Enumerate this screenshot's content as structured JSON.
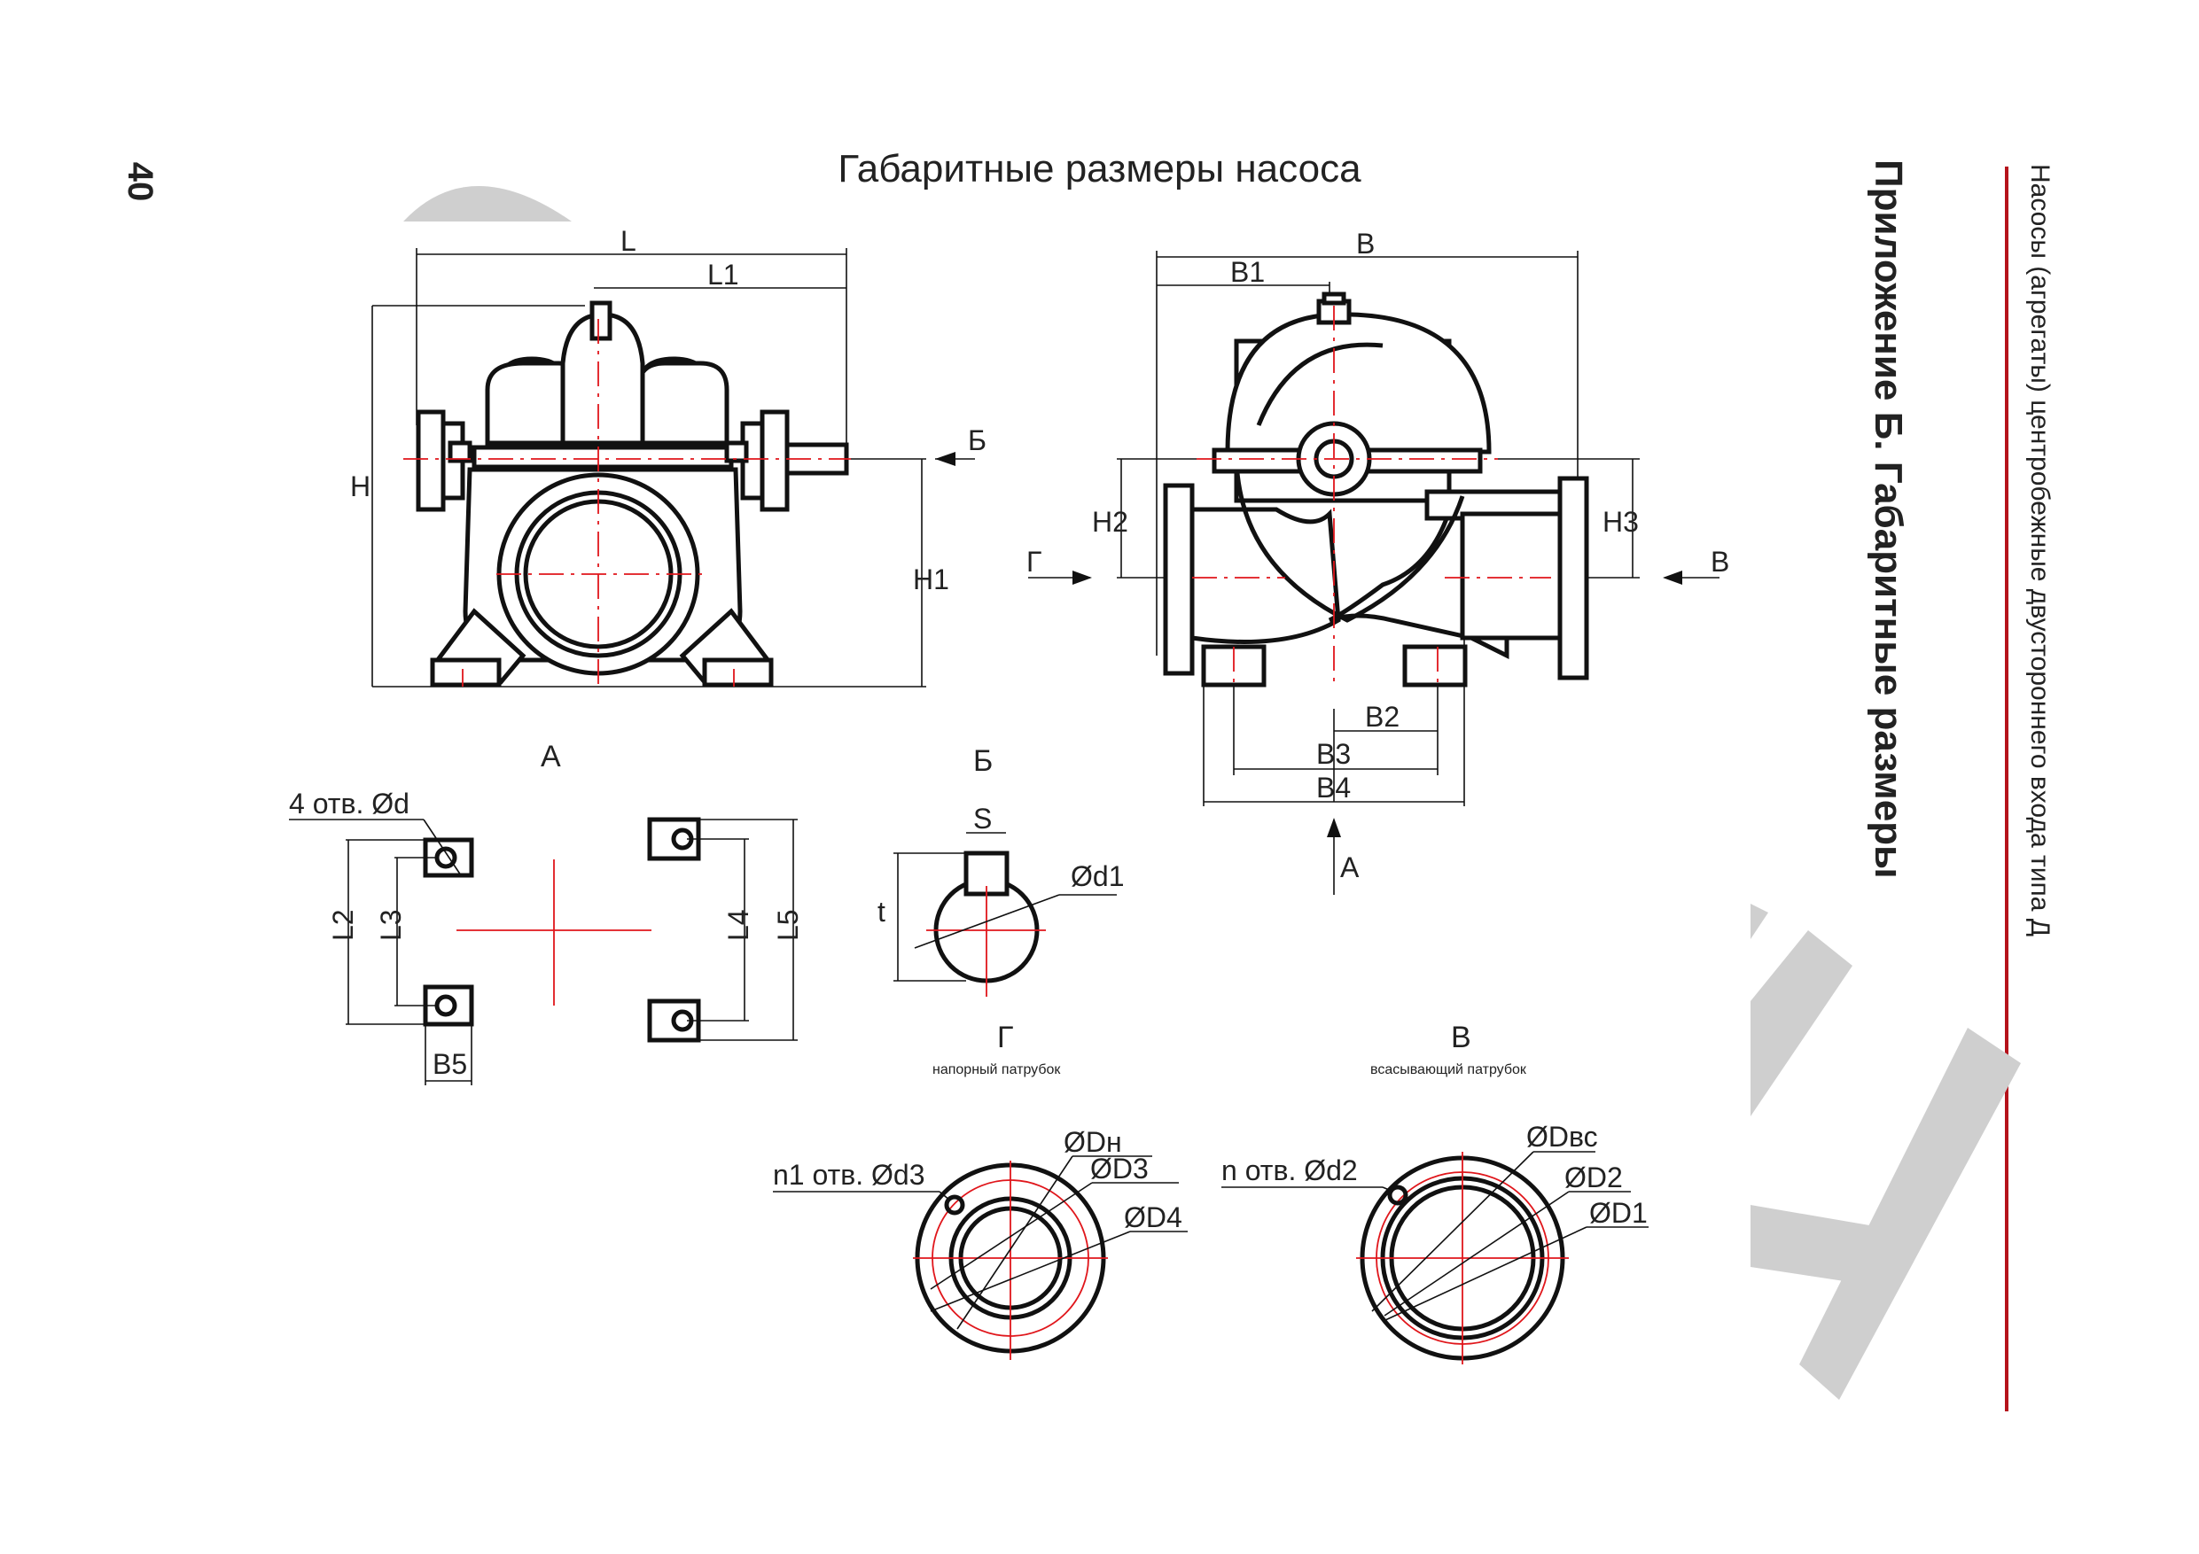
{
  "page_number": "40",
  "title": "Габаритные размеры насоса",
  "section_title": "Приложение Б. Габаритные размеры",
  "document_title": "Насосы (агрегаты) центробежные двустороннего входа типа Д",
  "colors": {
    "accent": "#b5121b",
    "centerline": "#e0161b",
    "watermark": "#cfcfcf"
  },
  "views": {
    "front": {
      "L": "L",
      "L1": "L1",
      "H": "H",
      "H1": "H1",
      "arrow_b": "Б"
    },
    "side": {
      "B": "B",
      "B1": "B1",
      "B2": "B2",
      "B3": "B3",
      "B4": "B4",
      "H2": "H2",
      "H3": "H3",
      "arrow_g": "Г",
      "arrow_v": "В",
      "arrow_a": "А"
    },
    "base": {
      "caption": "А",
      "holes": "4 отв. Ød",
      "L2": "L2",
      "L3": "L3",
      "L4": "L4",
      "L5": "L5",
      "B5": "B5"
    },
    "shaft": {
      "caption": "Б",
      "S": "S",
      "t": "t",
      "d1": "Ød1"
    },
    "discharge": {
      "caption": "Г",
      "subcaption": "напорный патрубок",
      "holes": "n1 отв. Ød3",
      "DN": "ØDн",
      "D3": "ØD3",
      "D4": "ØD4"
    },
    "suction": {
      "caption": "В",
      "subcaption": "всасывающий патрубок",
      "holes": "n отв. Ød2",
      "DVC": "ØDвс",
      "D2": "ØD2",
      "D1": "ØD1"
    }
  }
}
